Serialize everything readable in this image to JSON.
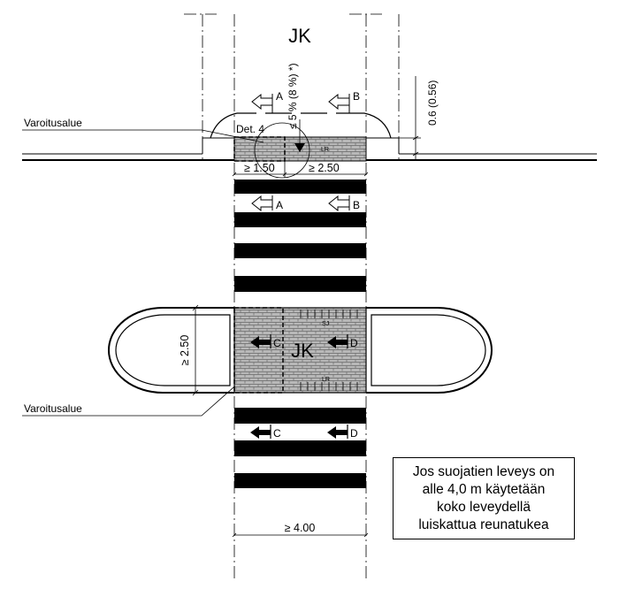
{
  "labels": {
    "jk_top": "JK",
    "jk_island": "JK",
    "varoitusalue_top": "Varoitusalue",
    "varoitusalue_bottom": "Varoitusalue",
    "det": "Det. 4",
    "slope": "≤ 5 % (8 %) *)",
    "dim_150": "≥ 1.50",
    "dim_250_top": "≥ 2.50",
    "dim_056": "0.6 (0.56)",
    "dim_250_island": "≥ 2.50",
    "dim_400": "≥ 4.00",
    "lr_top": "LR",
    "lr_island": "LR",
    "sj_island": "SJ",
    "section_a": "A",
    "section_b": "B",
    "section_c": "C",
    "section_d": "D"
  },
  "note": {
    "lines": [
      "Jos suojatien leveys on",
      "alle 4,0 m käytetään",
      "koko leveydellä",
      "luiskattua reunatukea"
    ]
  },
  "colors": {
    "line": "#000000",
    "paving": "#b8b8b8",
    "brick_line": "#6a6a6a",
    "stripe": "#000000"
  }
}
